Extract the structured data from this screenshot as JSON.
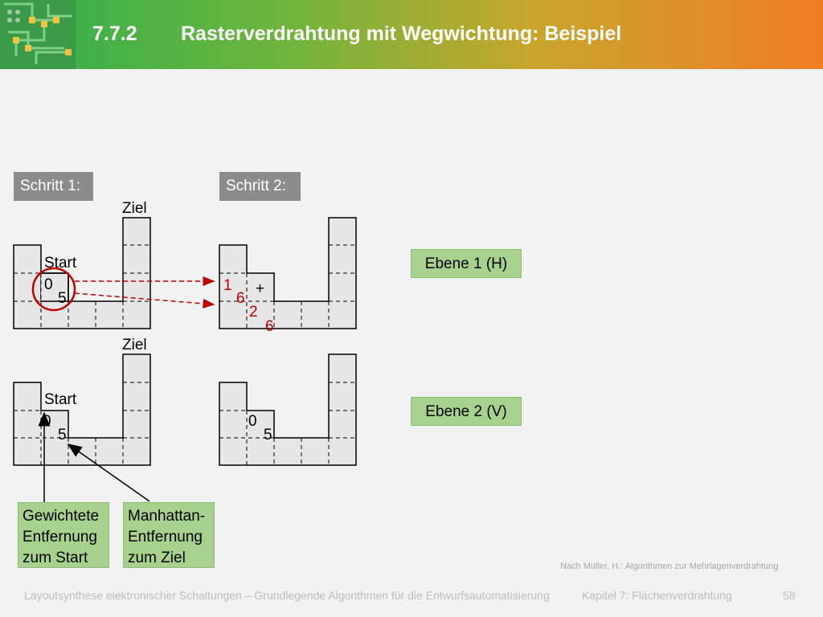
{
  "header": {
    "number": "7.7.2",
    "title": "Rasterverdrahtung mit Wegwichtung: Beispiel"
  },
  "steps": {
    "step1": "Schritt 1:",
    "step2": "Schritt 2:"
  },
  "grid_labels": {
    "ziel": "Ziel",
    "start": "Start"
  },
  "step1": {
    "layer1": {
      "dist_start": "0",
      "dist_target": "5"
    },
    "layer2": {
      "dist_start": "0",
      "dist_target": "5"
    }
  },
  "step2": {
    "layer1": {
      "a": "1",
      "b": "6",
      "plus": "+",
      "c": "2",
      "d": "6"
    },
    "layer2": {
      "dist_start": "0",
      "dist_target": "5"
    }
  },
  "layers": {
    "h": "Ebene 1 (H)",
    "v": "Ebene 2 (V)"
  },
  "annotations": {
    "weighted": [
      "Gewichtete",
      "Entfernung",
      "zum Start"
    ],
    "manhattan": [
      "Manhattan-",
      "Entfernung",
      "zum Ziel"
    ]
  },
  "colors": {
    "red": "#c00000",
    "cell": "#e6e6e6",
    "green_box": "#a8d18d",
    "step_box": "#8c8c8c"
  },
  "source": "Nach Müller, H.: Algorithmen zur Mehrlagenverdrahtung",
  "footer": {
    "course": "Layoutsynthese elektronischer Schaltungen – Grundlegende Algorithmen für die Entwurfsautomatisierung",
    "chapter": "Kapitel 7: Flächenverdrahtung",
    "page": "58"
  }
}
